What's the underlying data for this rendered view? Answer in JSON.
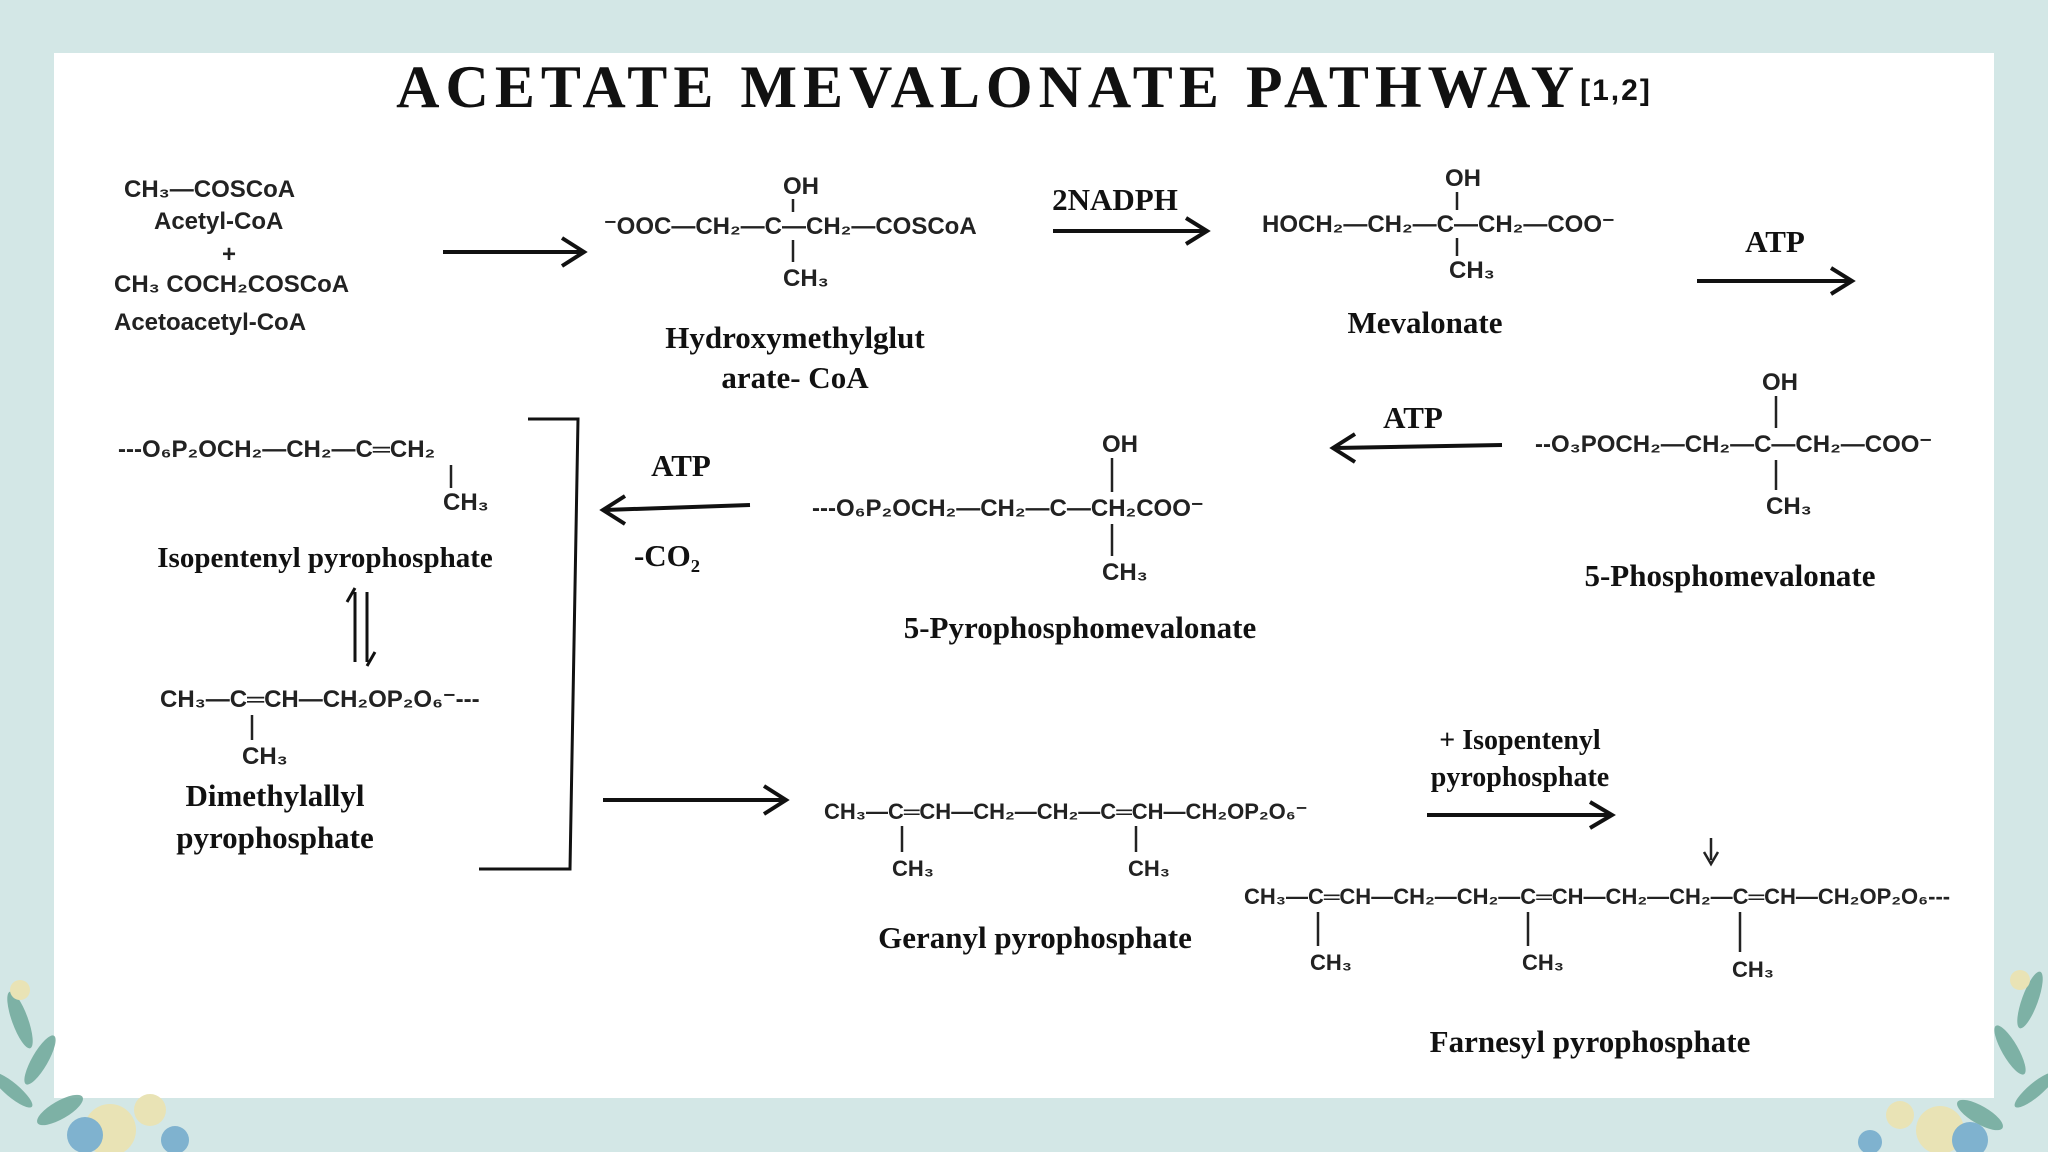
{
  "title": {
    "text": "ACETATE MEVALONATE PATHWAY",
    "ref": "[1,2]"
  },
  "reactants": {
    "acetyl_formula": "CH₃—COSCoA",
    "acetyl_name": "Acetyl-CoA",
    "plus": "+",
    "acetoacetyl_formula": "CH₃ COCH₂COSCoA",
    "acetoacetyl_name": "Acetoacetyl-CoA"
  },
  "hmg": {
    "formula_main": "⁻OOC—CH₂—C—CH₂—COSCoA",
    "oh": "OH",
    "ch3": "CH₃",
    "name_line1": "Hydroxymethylglut",
    "name_line2": "arate- CoA"
  },
  "arrow_labels": {
    "nadph": "2NADPH",
    "atp1": "ATP",
    "atp2": "ATP",
    "atp3": "ATP",
    "co2": "-CO₂",
    "isopentenyl_add_line1": "+ Isopentenyl",
    "isopentenyl_add_line2": "pyrophosphate"
  },
  "mevalonate": {
    "formula_main": "HOCH₂—CH₂—C—CH₂—COO⁻",
    "oh": "OH",
    "ch3": "CH₃",
    "name": "Mevalonate"
  },
  "phosphomevalonate": {
    "formula_main": "--O₃POCH₂—CH₂—C—CH₂—COO⁻",
    "oh": "OH",
    "ch3": "CH₃",
    "name": "5-Phosphomevalonate"
  },
  "pyrophosphomevalonate": {
    "formula_main": "---O₆P₂OCH₂—CH₂—C—CH₂COO⁻",
    "oh": "OH",
    "ch3": "CH₃",
    "name": "5-Pyrophosphomevalonate"
  },
  "ipp": {
    "formula_main": "---O₆P₂OCH₂—CH₂—C═CH₂",
    "ch3": "CH₃",
    "name": "Isopentenyl pyrophosphate"
  },
  "dmapp": {
    "formula_main": "CH₃—C═CH—CH₂OP₂O₆⁻---",
    "ch3": "CH₃",
    "name_line1": "Dimethylallyl",
    "name_line2": "pyrophosphate"
  },
  "gpp": {
    "formula_main": "CH₃—C═CH—CH₂—CH₂—C═CH—CH₂OP₂O₆⁻",
    "ch3_a": "CH₃",
    "ch3_b": "CH₃",
    "name": "Geranyl pyrophosphate"
  },
  "fpp": {
    "formula_main": "CH₃—C═CH—CH₂—CH₂—C═CH—CH₂—CH₂—C═CH—CH₂OP₂O₆---",
    "ch3_a": "CH₃",
    "ch3_b": "CH₃",
    "ch3_c": "CH₃",
    "name": "Farnesyl pyrophosphate"
  },
  "colors": {
    "background": "#d3e7e6",
    "slide": "#ffffff",
    "ink": "#111111",
    "leaf": "#6fa89a",
    "flower": "#e9e3b5"
  }
}
